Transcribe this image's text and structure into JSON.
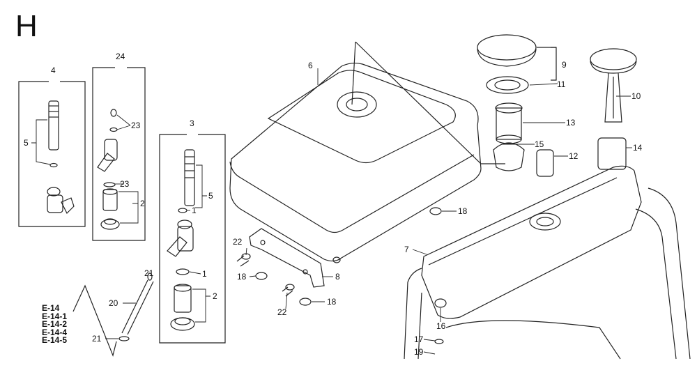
{
  "section_letter": "H",
  "callouts": {
    "c24": "24",
    "c4": "4",
    "c5a": "5",
    "c23a": "23",
    "c23b": "23",
    "c2a": "2",
    "c3": "3",
    "c5b": "5",
    "c1a": "1",
    "c1b": "1",
    "c2b": "2",
    "c21a": "21",
    "c20": "20",
    "c21b": "21",
    "c6": "6",
    "c22a": "22",
    "c18a": "18",
    "c8": "8",
    "c22b": "22",
    "c18b": "18",
    "c9": "9",
    "c11": "11",
    "c10": "10",
    "c13": "13",
    "c15": "15",
    "c12": "12",
    "c14": "14",
    "c18c": "18",
    "c7": "7",
    "c16": "16",
    "c17": "17",
    "c19": "19"
  },
  "references": [
    "E-14",
    "E-14-1",
    "E-14-2",
    "E-14-4",
    "E-14-5"
  ]
}
